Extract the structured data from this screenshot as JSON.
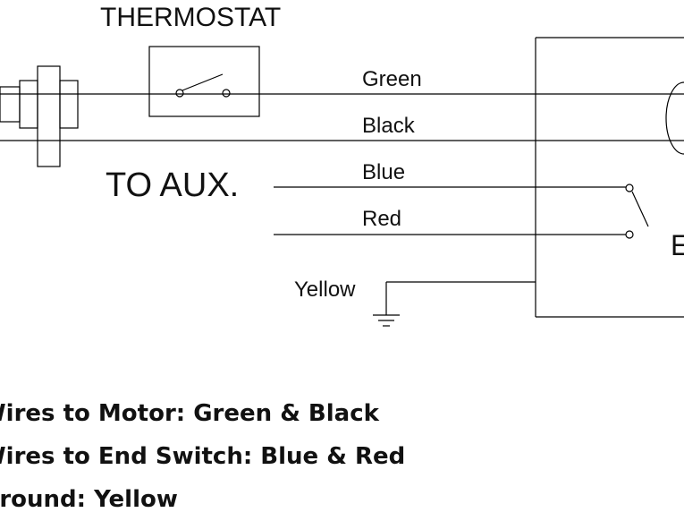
{
  "labels": {
    "thermostat": "THERMOSTAT",
    "to_aux": "TO AUX.",
    "green": "Green",
    "black": "Black",
    "blue": "Blue",
    "red": "Red",
    "yellow": "Yellow",
    "box_partial": "E"
  },
  "legend": [
    "Wires to Motor: Green & Black",
    "Wires to End Switch: Blue & Red",
    "Ground: Yellow"
  ]
}
